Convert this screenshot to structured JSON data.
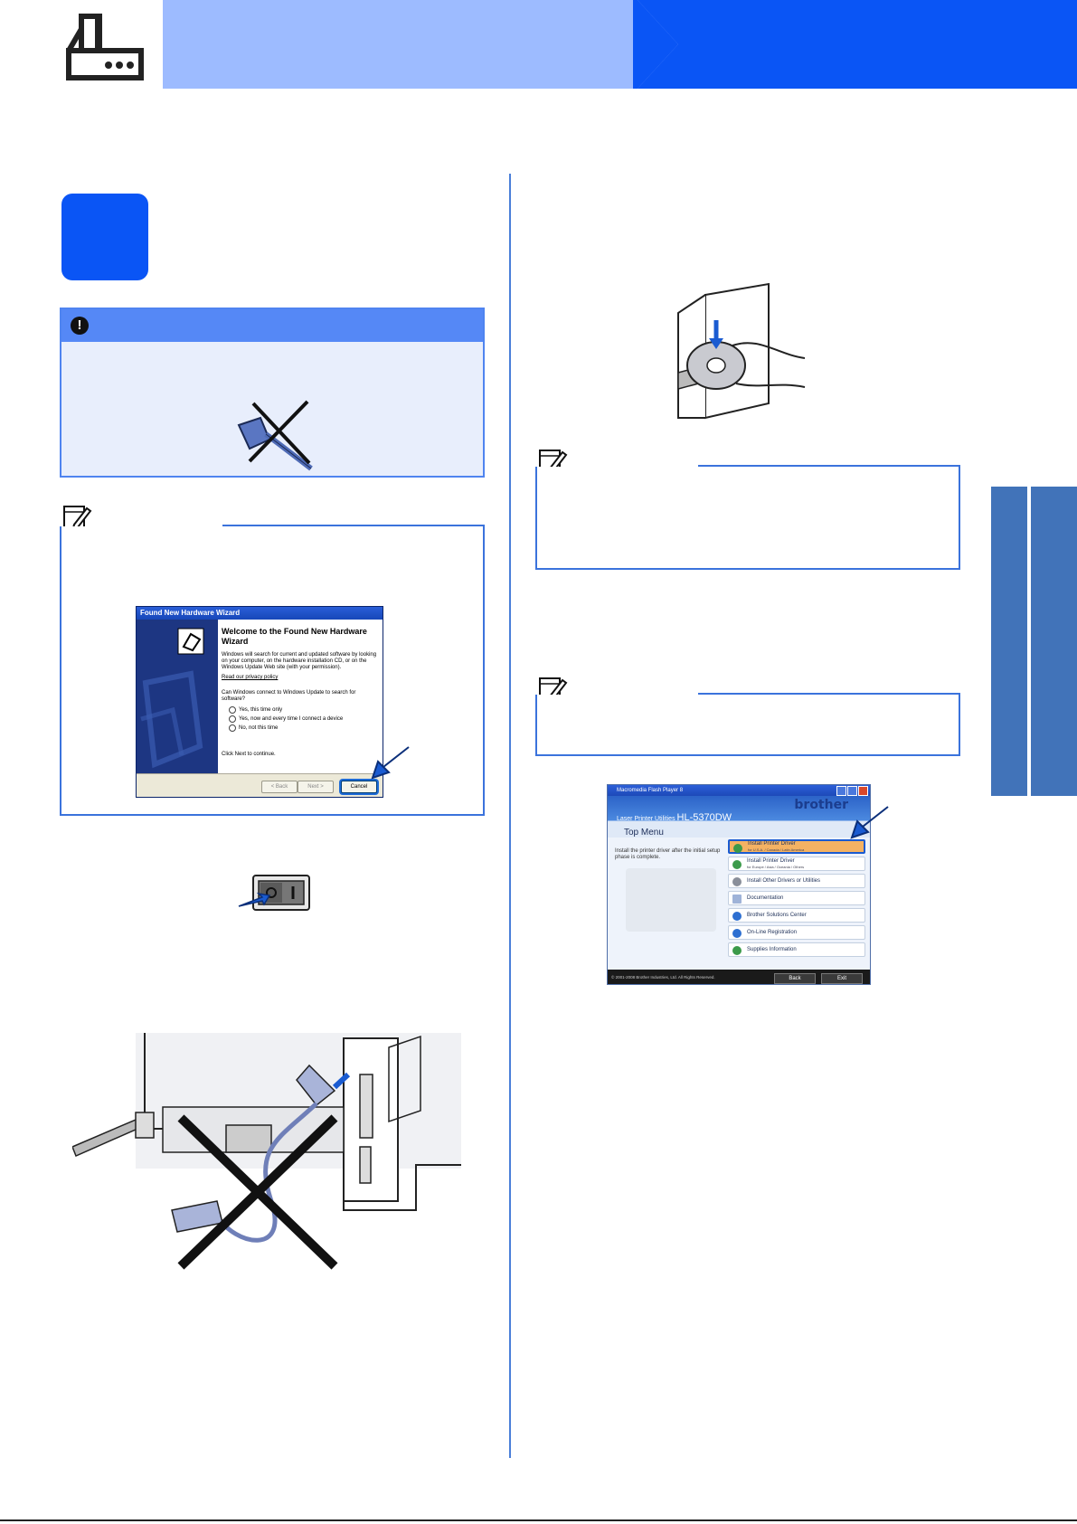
{
  "colors": {
    "header_light": "#9dbbff",
    "header_dark": "#0a55f5",
    "accent_blue": "#3b73dc",
    "important_fill": "#e8eefc",
    "tab_blue": "#4173b9"
  },
  "icons": {
    "header": "printer-parallel-icon",
    "important": "exclamation-icon",
    "note": "note-pencil-icon"
  },
  "wizard": {
    "title": "Found New Hardware Wizard",
    "heading": "Welcome to the Found New Hardware Wizard",
    "intro": "Windows will search for current and updated software by looking on your computer, on the hardware installation CD, or on the Windows Update Web site (with your permission).",
    "privacy_link": "Read our privacy policy",
    "question": "Can Windows connect to Windows Update to search for software?",
    "options": [
      "Yes, this time only",
      "Yes, now and every time I connect a device",
      "No, not this time"
    ],
    "continue_text": "Click Next to continue.",
    "back_label": "< Back",
    "next_label": "Next >",
    "cancel_label": "Cancel"
  },
  "installer": {
    "title": "Macromedia Flash Player 8",
    "logo": "brother",
    "product_prefix": "Laser Printer Utilities",
    "model": "HL-5370DW",
    "menu_title": "Top Menu",
    "description": "Install the printer driver after the initial setup phase is complete.",
    "items": [
      {
        "label": "Install Printer Driver",
        "sub": "for U.S.A. / Canada / Latin America"
      },
      {
        "label": "Install Printer Driver",
        "sub": "for Europe / Asia / Oceania / Others"
      },
      {
        "label": "Install Other Drivers or Utilities",
        "sub": ""
      },
      {
        "label": "Documentation",
        "sub": ""
      },
      {
        "label": "Brother Solutions Center",
        "sub": ""
      },
      {
        "label": "On-Line Registration",
        "sub": ""
      },
      {
        "label": "Supplies Information",
        "sub": ""
      }
    ],
    "copyright": "© 2001-2008 Brother Industries, Ltd. All Rights Reserved.",
    "back_label": "Back",
    "exit_label": "Exit"
  }
}
